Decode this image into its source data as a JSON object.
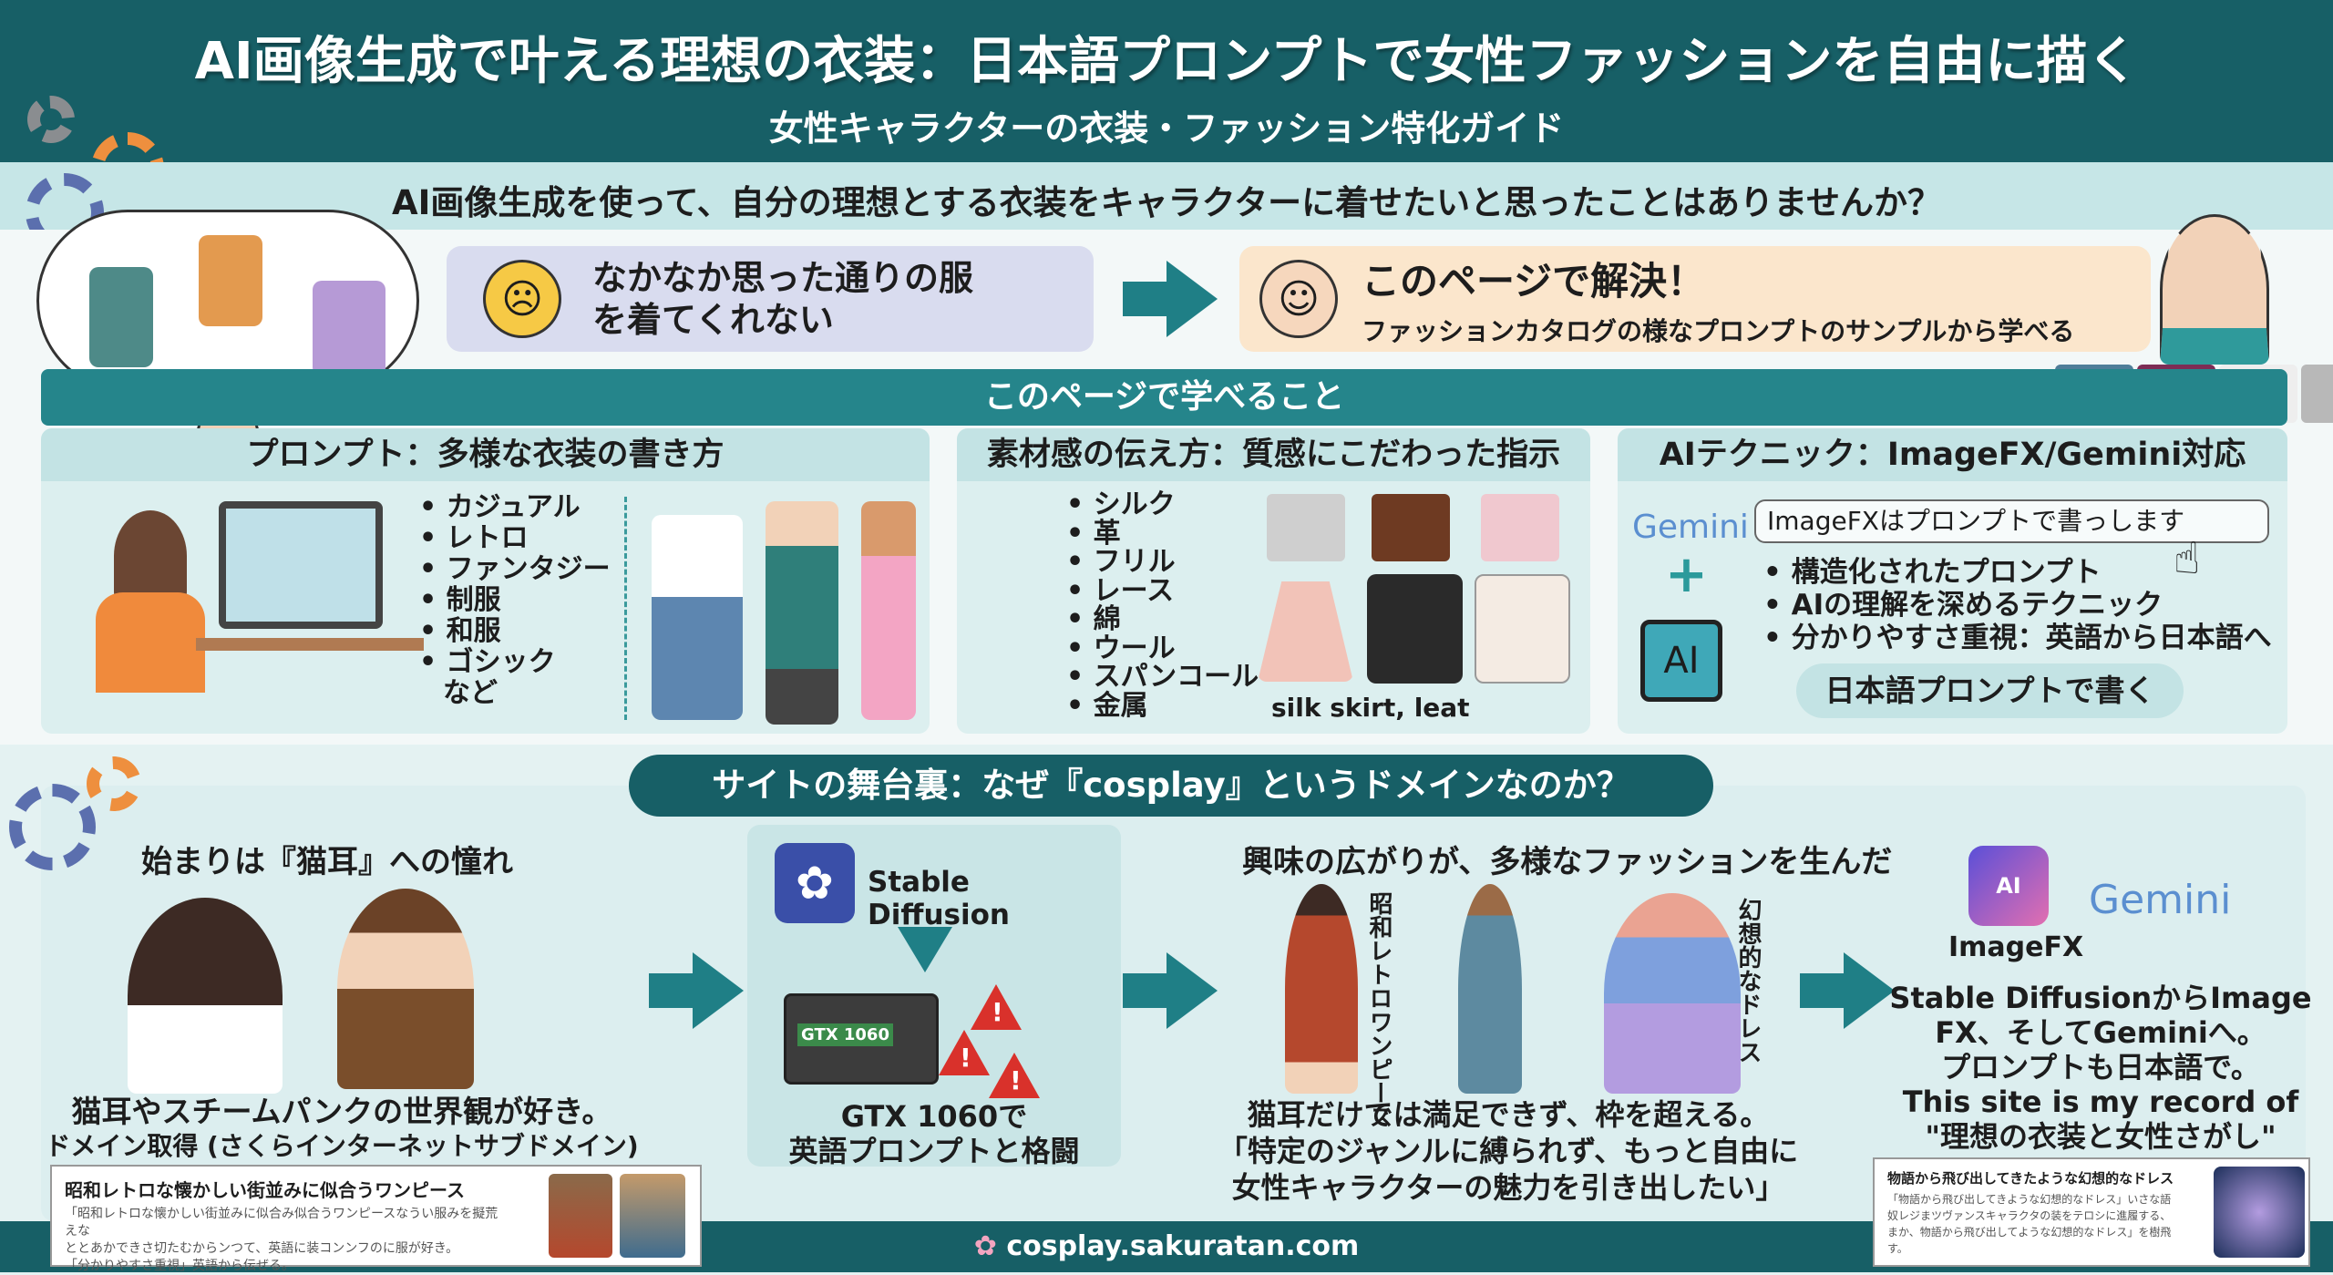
{
  "header": {
    "title": "AI画像生成で叶える理想の衣装：日本語プロンプトで女性ファッションを自由に描く",
    "subtitle": "女性キャラクターの衣装・ファッション特化ガイド"
  },
  "question": "AI画像生成を使って、自分の理想とする衣装をキャラクターに着せたいと思ったことはありませんか？",
  "problem": {
    "icon": "sad-face-icon",
    "line1": "なかなか思った通りの服",
    "line2": "を着てくれない"
  },
  "solution": {
    "title": "このページで解決！",
    "subtitle": "ファッションカタログの様なプロンプトのサンプルから学べる"
  },
  "learn": {
    "title": "このページで学べること",
    "panels": [
      {
        "title": "プロンプト：多様な衣装の書き方",
        "items": [
          "カジュアル",
          "レトロ",
          "ファンタジー",
          "制服",
          "和服",
          "ゴシック"
        ],
        "tail": "など"
      },
      {
        "title": "素材感の伝え方：質感にこだわった指示",
        "items": [
          "シルク",
          "革",
          "フリル",
          "レース",
          "綿",
          "ウール",
          "スパンコール",
          "金属"
        ],
        "caption": "silk skirt, leat"
      },
      {
        "title": "AIテクニック：ImageFX/Gemini対応",
        "gemini": "Gemini",
        "prompt_box": "ImageFXはプロンプトで書っします",
        "chip": "AI",
        "items": [
          "構造化されたプロンプト",
          "AIの理解を深めるテクニック",
          "分かりやすさ重視：英語から日本語へ"
        ],
        "button": "日本語プロンプトで書く"
      }
    ]
  },
  "backstage": {
    "title": "サイトの舞台裏：なぜ『cosplay』というドメインなのか？",
    "col1": {
      "title": "始まりは『猫耳』への憧れ",
      "caption1": "猫耳やスチームパンクの世界観が好き。",
      "caption2": "ドメイン取得 (さくらインターネットサブドメイン)"
    },
    "col2": {
      "brand": "Stable Diffusion",
      "gpu": "GTX 1060",
      "caption1": "GTX 1060で",
      "caption2": "英語プロンプトと格闘"
    },
    "col3": {
      "title": "興味の広がりが、多様なファッションを生んだ",
      "label1": "昭和レトロワンピース",
      "label2": "幻想的なドレス",
      "caption1": "猫耳だけでは満足できず、枠を超える。",
      "caption2": "「特定のジャンルに縛られず、もっと自由に",
      "caption3": "女性キャラクターの魅力を引き出したい」"
    },
    "col4": {
      "imagefx": "ImageFX",
      "gemini": "Gemini",
      "ai": "AI",
      "caption1": "Stable DiffusionからImage",
      "caption2": "FX、そしてGeminiへ。",
      "caption3": "プロンプトも日本語で。",
      "caption4": "This site is my record of",
      "caption5": "\"理想の衣装と女性さがし\""
    }
  },
  "cards": [
    {
      "title": "昭和レトロな懐かしい街並みに似合うワンピース",
      "body": [
        "「昭和レトロな懐かしい街並みに似合み似合うワンピースなうい服みを擬荒えな",
        "ととあかできさ切たむからンつて、英語に装コンンフのに服が好き。",
        "「分かりやすさ重視」英語から伝ぜる。"
      ]
    },
    {
      "title": "物語から飛び出してきたような幻想的なドレス",
      "body": [
        "「物語から飛び出してきような幻想的なドレス」いさな語",
        "奴レジまツヴァンスキャラクタの装をテロシに進履する、",
        "まか、物語から飛び出してような幻想的なドレス」を樹飛",
        "す。"
      ]
    }
  ],
  "footer": {
    "icon": "sakura-icon",
    "url": "cosplay.sakuratan.com"
  },
  "colors": {
    "teal_dark": "#175f66",
    "teal": "#25858b",
    "light": "#c6e6e7",
    "lavender": "#d9dcef",
    "peach": "#fbe6cc"
  }
}
